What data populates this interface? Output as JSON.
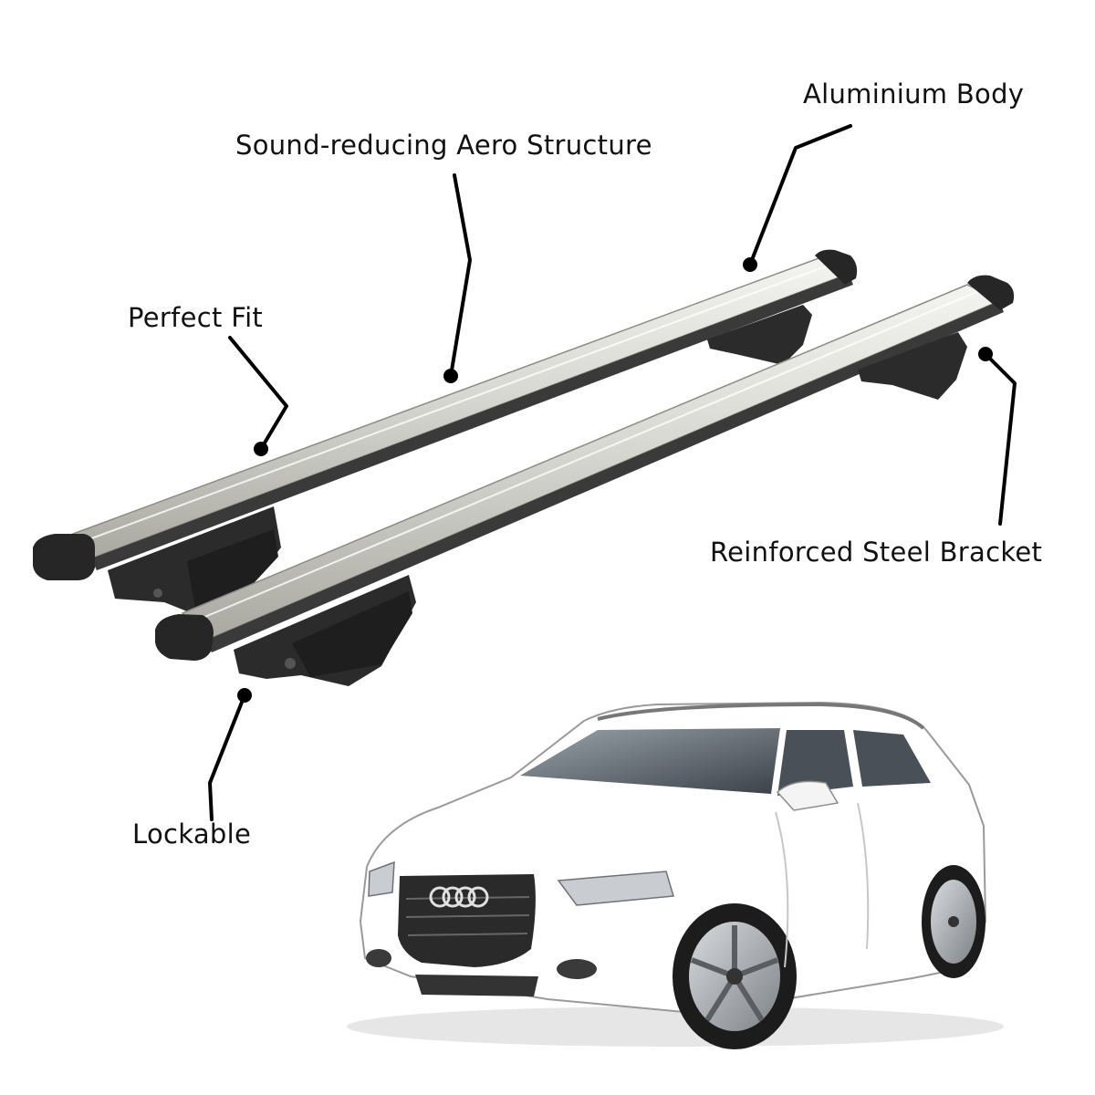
{
  "labels": {
    "aluminium_body": "Aluminium Body",
    "aero_structure": "Sound-reducing Aero Structure",
    "perfect_fit": "Perfect Fit",
    "steel_bracket": "Reinforced Steel Bracket",
    "lockable": "Lockable"
  },
  "car": {
    "logo": "four-rings-logo"
  },
  "colors": {
    "text": "#111111",
    "callout_line": "#000000",
    "bar_aluminium": "#d9d9d4",
    "bracket_plastic": "#2b2b2b",
    "car_body": "#ffffff"
  }
}
